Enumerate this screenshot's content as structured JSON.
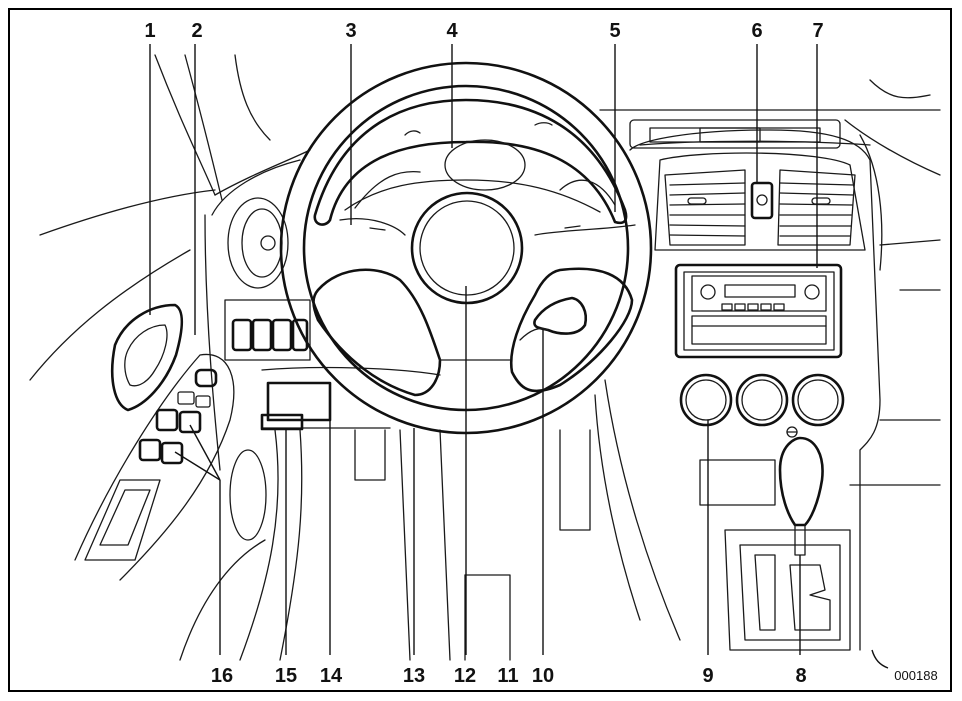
{
  "figure": {
    "reference_code": "000188",
    "callouts": [
      {
        "id": "1",
        "label": "1"
      },
      {
        "id": "2",
        "label": "2"
      },
      {
        "id": "3",
        "label": "3"
      },
      {
        "id": "4",
        "label": "4"
      },
      {
        "id": "5",
        "label": "5"
      },
      {
        "id": "6",
        "label": "6"
      },
      {
        "id": "7",
        "label": "7"
      },
      {
        "id": "8",
        "label": "8"
      },
      {
        "id": "9",
        "label": "9"
      },
      {
        "id": "10",
        "label": "10"
      },
      {
        "id": "11",
        "label": "11"
      },
      {
        "id": "12",
        "label": "12"
      },
      {
        "id": "13",
        "label": "13"
      },
      {
        "id": "14",
        "label": "14"
      },
      {
        "id": "15",
        "label": "15"
      },
      {
        "id": "16",
        "label": "16"
      }
    ]
  }
}
